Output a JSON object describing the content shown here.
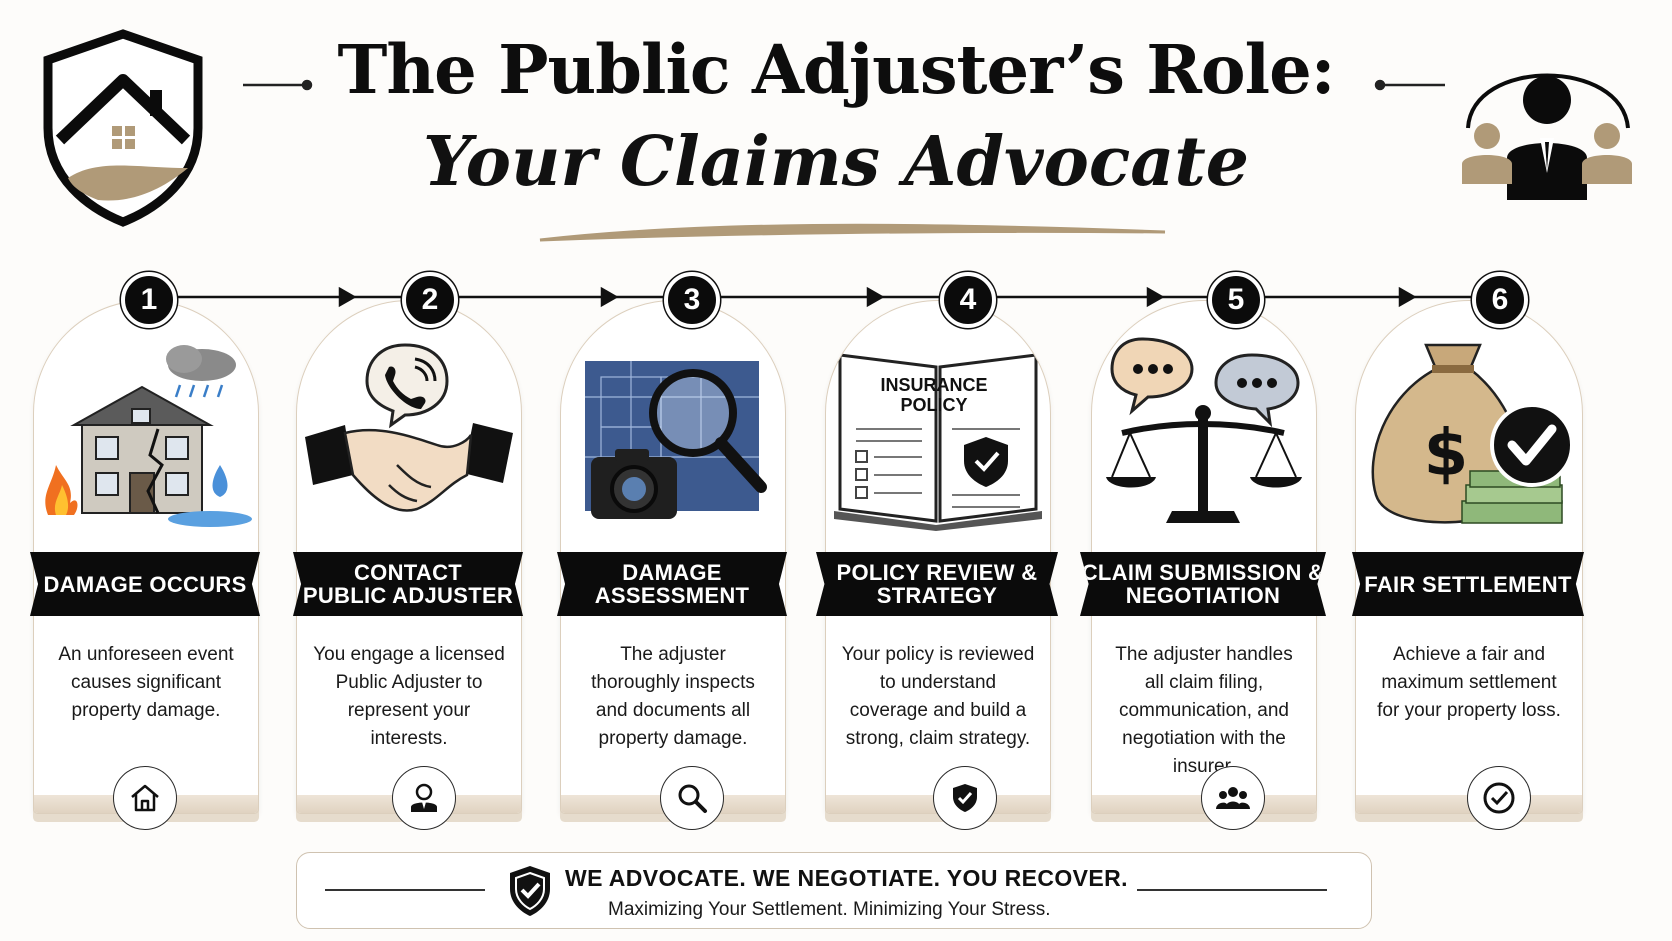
{
  "header": {
    "title": "The Public Adjuster’s Role:",
    "subtitle": "Your Claims Advocate"
  },
  "colors": {
    "accent_gold": "#b09a78",
    "banner_black": "#0b0b0b",
    "card_border": "#dccfbd"
  },
  "steps": [
    {
      "number": "1",
      "title": "DAMAGE OCCURS",
      "description": "An unforeseen event causes significant property damage.",
      "icon": "home-icon"
    },
    {
      "number": "2",
      "title": "CONTACT\nPUBLIC ADJUSTER",
      "description": "You engage a licensed Public Adjuster to represent your interests.",
      "icon": "person-icon"
    },
    {
      "number": "3",
      "title": "DAMAGE\nASSESSMENT",
      "description": "The adjuster thoroughly inspects and documents all property damage.",
      "icon": "search-icon"
    },
    {
      "number": "4",
      "title": "POLICY REVIEW &\nSTRATEGY",
      "description": "Your policy is reviewed to understand coverage and build a strong, claim strategy.",
      "icon": "shield-check-icon"
    },
    {
      "number": "5",
      "title": "CLAIM SUBMISSION &\nNEGOTIATION",
      "description": "The adjuster handles all claim filing, communication, and negotiation with the insurer.",
      "icon": "group-icon"
    },
    {
      "number": "6",
      "title": "FAIR SETTLEMENT",
      "description": "Achieve a fair and maximum settlement for your property loss.",
      "icon": "check-circle-icon"
    }
  ],
  "illustrations": {
    "policy_book_label_line1": "INSURANCE",
    "policy_book_label_line2": "POLICY",
    "money_symbol": "$"
  },
  "footer": {
    "tagline": "WE ADVOCATE. WE NEGOTIATE. YOU RECOVER.",
    "subtagline": "Maximizing Your Settlement. Minimizing Your Stress."
  }
}
